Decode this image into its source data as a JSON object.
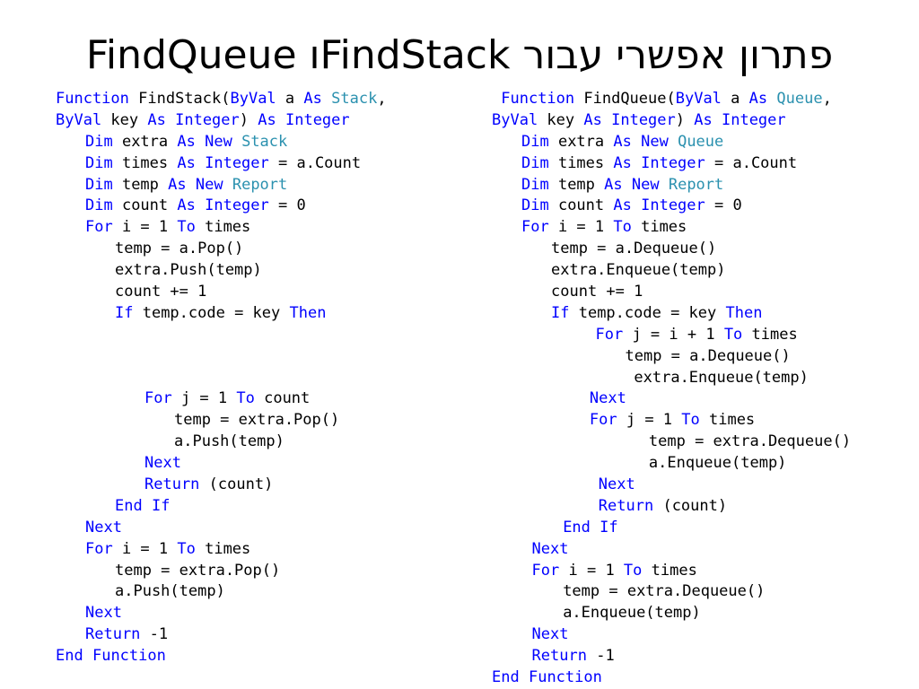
{
  "slide": {
    "title": "פתרון אפשרי עבור FindStackו FindQueue",
    "colors": {
      "keyword": "#0000ff",
      "type": "#2b91af",
      "plain": "#000000"
    }
  },
  "code_left": {
    "lines": [
      {
        "indent": 0,
        "tokens": [
          [
            "kw",
            "Function"
          ],
          [
            "pl",
            " FindStack("
          ],
          [
            "kw",
            "ByVal"
          ],
          [
            "pl",
            " a "
          ],
          [
            "kw",
            "As"
          ],
          [
            "pl",
            " "
          ],
          [
            "ty",
            "Stack"
          ],
          [
            "pl",
            ","
          ]
        ]
      },
      {
        "indent": 0,
        "tokens": [
          [
            "kw",
            "ByVal"
          ],
          [
            "pl",
            " key "
          ],
          [
            "kw",
            "As"
          ],
          [
            "pl",
            " "
          ],
          [
            "kw",
            "Integer"
          ],
          [
            "pl",
            ") "
          ],
          [
            "kw",
            "As"
          ],
          [
            "pl",
            " "
          ],
          [
            "kw",
            "Integer"
          ]
        ]
      },
      {
        "indent": 1,
        "tokens": [
          [
            "kw",
            "Dim"
          ],
          [
            "pl",
            " extra "
          ],
          [
            "kw",
            "As"
          ],
          [
            "pl",
            " "
          ],
          [
            "kw",
            "New"
          ],
          [
            "pl",
            " "
          ],
          [
            "ty",
            "Stack"
          ]
        ]
      },
      {
        "indent": 1,
        "tokens": [
          [
            "kw",
            "Dim"
          ],
          [
            "pl",
            " times "
          ],
          [
            "kw",
            "As"
          ],
          [
            "pl",
            " "
          ],
          [
            "kw",
            "Integer"
          ],
          [
            "pl",
            " = a.Count"
          ]
        ]
      },
      {
        "indent": 1,
        "tokens": [
          [
            "kw",
            "Dim"
          ],
          [
            "pl",
            " temp "
          ],
          [
            "kw",
            "As"
          ],
          [
            "pl",
            " "
          ],
          [
            "kw",
            "New"
          ],
          [
            "pl",
            " "
          ],
          [
            "ty",
            "Report"
          ]
        ]
      },
      {
        "indent": 1,
        "tokens": [
          [
            "kw",
            "Dim"
          ],
          [
            "pl",
            " count "
          ],
          [
            "kw",
            "As"
          ],
          [
            "pl",
            " "
          ],
          [
            "kw",
            "Integer"
          ],
          [
            "pl",
            " = 0"
          ]
        ]
      },
      {
        "indent": 1,
        "tokens": [
          [
            "kw",
            "For"
          ],
          [
            "pl",
            " i = 1 "
          ],
          [
            "kw",
            "To"
          ],
          [
            "pl",
            " times"
          ]
        ]
      },
      {
        "indent": 2,
        "tokens": [
          [
            "pl",
            "temp = a.Pop()"
          ]
        ]
      },
      {
        "indent": 2,
        "tokens": [
          [
            "pl",
            "extra.Push(temp)"
          ]
        ]
      },
      {
        "indent": 2,
        "tokens": [
          [
            "pl",
            "count += 1"
          ]
        ]
      },
      {
        "indent": 2,
        "tokens": [
          [
            "kw",
            "If"
          ],
          [
            "pl",
            " temp.code = key "
          ],
          [
            "kw",
            "Then"
          ]
        ]
      },
      {
        "indent": 0,
        "tokens": []
      },
      {
        "indent": 0,
        "tokens": []
      },
      {
        "indent": 0,
        "tokens": []
      },
      {
        "indent": 3,
        "tokens": [
          [
            "kw",
            "For"
          ],
          [
            "pl",
            " j = 1 "
          ],
          [
            "kw",
            "To"
          ],
          [
            "pl",
            " count"
          ]
        ]
      },
      {
        "indent": 4,
        "tokens": [
          [
            "pl",
            "temp = extra.Pop()"
          ]
        ]
      },
      {
        "indent": 4,
        "tokens": [
          [
            "pl",
            "a.Push(temp)"
          ]
        ]
      },
      {
        "indent": 3,
        "tokens": [
          [
            "kw",
            "Next"
          ]
        ]
      },
      {
        "indent": 3,
        "tokens": [
          [
            "kw",
            "Return"
          ],
          [
            "pl",
            " (count)"
          ]
        ]
      },
      {
        "indent": 2,
        "tokens": [
          [
            "kw",
            "End"
          ],
          [
            "pl",
            " "
          ],
          [
            "kw",
            "If"
          ]
        ]
      },
      {
        "indent": 1,
        "tokens": [
          [
            "kw",
            "Next"
          ]
        ]
      },
      {
        "indent": 1,
        "tokens": [
          [
            "kw",
            "For"
          ],
          [
            "pl",
            " i = 1 "
          ],
          [
            "kw",
            "To"
          ],
          [
            "pl",
            " times"
          ]
        ]
      },
      {
        "indent": 2,
        "tokens": [
          [
            "pl",
            "temp = extra.Pop()"
          ]
        ]
      },
      {
        "indent": 2,
        "tokens": [
          [
            "pl",
            "a.Push(temp)"
          ]
        ]
      },
      {
        "indent": 1,
        "tokens": [
          [
            "kw",
            "Next"
          ]
        ]
      },
      {
        "indent": 1,
        "tokens": [
          [
            "kw",
            "Return"
          ],
          [
            "pl",
            " -1"
          ]
        ]
      },
      {
        "indent": 0,
        "tokens": [
          [
            "kw",
            "End"
          ],
          [
            "pl",
            " "
          ],
          [
            "kw",
            "Function"
          ]
        ]
      }
    ]
  },
  "code_right": {
    "lines": [
      {
        "indent": 0,
        "tokens": [
          [
            "pl",
            " "
          ],
          [
            "kw",
            "Function"
          ],
          [
            "pl",
            " FindQueue("
          ],
          [
            "kw",
            "ByVal"
          ],
          [
            "pl",
            " a "
          ],
          [
            "kw",
            "As"
          ],
          [
            "pl",
            " "
          ],
          [
            "ty",
            "Queue"
          ],
          [
            "pl",
            ","
          ]
        ]
      },
      {
        "indent": 0,
        "tokens": [
          [
            "kw",
            "ByVal"
          ],
          [
            "pl",
            " key "
          ],
          [
            "kw",
            "As"
          ],
          [
            "pl",
            " "
          ],
          [
            "kw",
            "Integer"
          ],
          [
            "pl",
            ") "
          ],
          [
            "kw",
            "As"
          ],
          [
            "pl",
            " "
          ],
          [
            "kw",
            "Integer"
          ]
        ]
      },
      {
        "indent": 1,
        "tokens": [
          [
            "kw",
            "Dim"
          ],
          [
            "pl",
            " extra "
          ],
          [
            "kw",
            "As"
          ],
          [
            "pl",
            " "
          ],
          [
            "kw",
            "New"
          ],
          [
            "pl",
            " "
          ],
          [
            "ty",
            "Queue"
          ]
        ]
      },
      {
        "indent": 1,
        "tokens": [
          [
            "kw",
            "Dim"
          ],
          [
            "pl",
            " times "
          ],
          [
            "kw",
            "As"
          ],
          [
            "pl",
            " "
          ],
          [
            "kw",
            "Integer"
          ],
          [
            "pl",
            " = a.Count"
          ]
        ]
      },
      {
        "indent": 1,
        "tokens": [
          [
            "kw",
            "Dim"
          ],
          [
            "pl",
            " temp "
          ],
          [
            "kw",
            "As"
          ],
          [
            "pl",
            " "
          ],
          [
            "kw",
            "New"
          ],
          [
            "pl",
            " "
          ],
          [
            "ty",
            "Report"
          ]
        ]
      },
      {
        "indent": 1,
        "tokens": [
          [
            "kw",
            "Dim"
          ],
          [
            "pl",
            " count "
          ],
          [
            "kw",
            "As"
          ],
          [
            "pl",
            " "
          ],
          [
            "kw",
            "Integer"
          ],
          [
            "pl",
            " = 0"
          ]
        ]
      },
      {
        "indent": 1,
        "tokens": [
          [
            "kw",
            "For"
          ],
          [
            "pl",
            " i = 1 "
          ],
          [
            "kw",
            "To"
          ],
          [
            "pl",
            " times"
          ]
        ]
      },
      {
        "indent": 2,
        "tokens": [
          [
            "pl",
            "temp = a.Dequeue()"
          ]
        ]
      },
      {
        "indent": 2,
        "tokens": [
          [
            "pl",
            "extra.Enqueue(temp)"
          ]
        ]
      },
      {
        "indent": 2,
        "tokens": [
          [
            "pl",
            "count += 1"
          ]
        ]
      },
      {
        "indent": 2,
        "tokens": [
          [
            "kw",
            "If"
          ],
          [
            "pl",
            " temp.code = key "
          ],
          [
            "kw",
            "Then"
          ]
        ]
      },
      {
        "indent": 3.5,
        "tokens": [
          [
            "kw",
            "For"
          ],
          [
            "pl",
            " j = i + 1 "
          ],
          [
            "kw",
            "To"
          ],
          [
            "pl",
            " times"
          ]
        ]
      },
      {
        "indent": 4.5,
        "tokens": [
          [
            "pl",
            "temp = a.Dequeue()"
          ]
        ]
      },
      {
        "indent": 4.8,
        "tokens": [
          [
            "pl",
            "extra.Enqueue(temp)"
          ]
        ]
      },
      {
        "indent": 3.3,
        "tokens": [
          [
            "kw",
            "Next"
          ]
        ]
      },
      {
        "indent": 3.3,
        "tokens": [
          [
            "kw",
            "For"
          ],
          [
            "pl",
            " j = 1 "
          ],
          [
            "kw",
            "To"
          ],
          [
            "pl",
            " times"
          ]
        ]
      },
      {
        "indent": 5.3,
        "tokens": [
          [
            "pl",
            "temp = extra.Dequeue()"
          ]
        ]
      },
      {
        "indent": 5.3,
        "tokens": [
          [
            "pl",
            "a.Enqueue(temp)"
          ]
        ]
      },
      {
        "indent": 3.6,
        "tokens": [
          [
            "kw",
            "Next"
          ]
        ]
      },
      {
        "indent": 3.6,
        "tokens": [
          [
            "kw",
            "Return"
          ],
          [
            "pl",
            " (count)"
          ]
        ]
      },
      {
        "indent": 2.4,
        "tokens": [
          [
            "kw",
            "End"
          ],
          [
            "pl",
            " "
          ],
          [
            "kw",
            "If"
          ]
        ]
      },
      {
        "indent": 1.35,
        "tokens": [
          [
            "kw",
            "Next"
          ]
        ]
      },
      {
        "indent": 1.35,
        "tokens": [
          [
            "kw",
            "For"
          ],
          [
            "pl",
            " i = 1 "
          ],
          [
            "kw",
            "To"
          ],
          [
            "pl",
            " times"
          ]
        ]
      },
      {
        "indent": 2.4,
        "tokens": [
          [
            "pl",
            "temp = extra.Dequeue()"
          ]
        ]
      },
      {
        "indent": 2.4,
        "tokens": [
          [
            "pl",
            "a.Enqueue(temp)"
          ]
        ]
      },
      {
        "indent": 1.35,
        "tokens": [
          [
            "kw",
            "Next"
          ]
        ]
      },
      {
        "indent": 1.35,
        "tokens": [
          [
            "kw",
            "Return"
          ],
          [
            "pl",
            " -1"
          ]
        ]
      },
      {
        "indent": 0,
        "tokens": [
          [
            "kw",
            "End"
          ],
          [
            "pl",
            " "
          ],
          [
            "kw",
            "Function"
          ]
        ]
      }
    ]
  }
}
